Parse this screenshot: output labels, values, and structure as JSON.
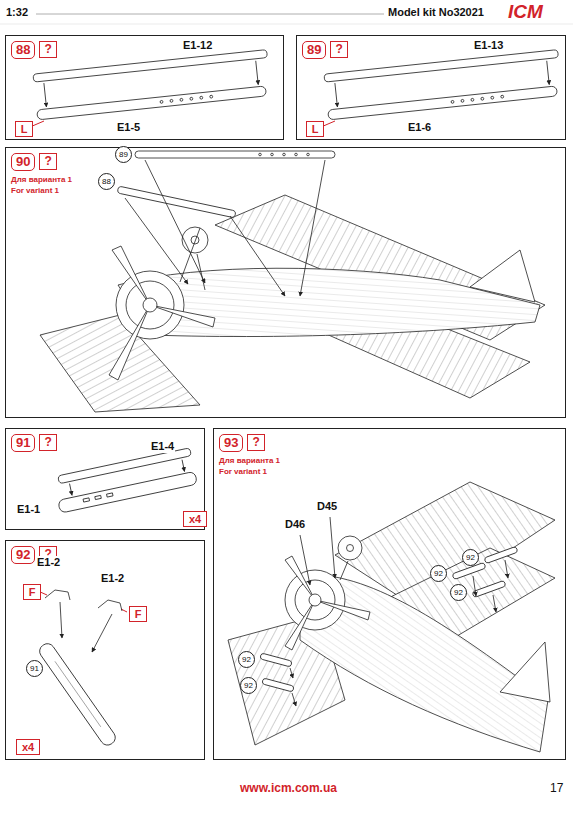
{
  "diagram": {
    "nodes": [
      {
        "text": [
          "88",
          "?"
        ]
      },
      {
        "text": [
          "L"
        ],
        "in": 0
      },
      {
        "text": [
          "89",
          "?"
        ]
      },
      {
        "text": [
          "L"
        ],
        "in": 2
      },
      {
        "text": [
          "90",
          "?",
          "Для варианта 1",
          "For variant 1"
        ]
      },
      {
        "text": [
          "91",
          "?"
        ]
      },
      {
        "text": [
          "x4"
        ],
        "in": 5
      },
      {
        "text": [
          "92",
          "?"
        ]
      },
      {
        "text": [
          "F"
        ],
        "in": 7
      },
      {
        "text": [
          "F"
        ],
        "in": 7
      },
      {
        "text": [
          "x4"
        ],
        "in": 7
      },
      {
        "text": [
          "93",
          "?",
          "Для варианта 1",
          "For variant 1"
        ]
      }
    ],
    "labels": [
      "1:32",
      "Model kit No32021",
      "ICM",
      "www.icm.com.ua",
      "17",
      "E1-12",
      "E1-5",
      "E1-13",
      "E1-6",
      "89",
      "88",
      "E1-4",
      "E1-1",
      "E1-2",
      "E1-2",
      "91",
      "D45",
      "D46",
      "92",
      "92",
      "92",
      "92",
      "92"
    ]
  }
}
